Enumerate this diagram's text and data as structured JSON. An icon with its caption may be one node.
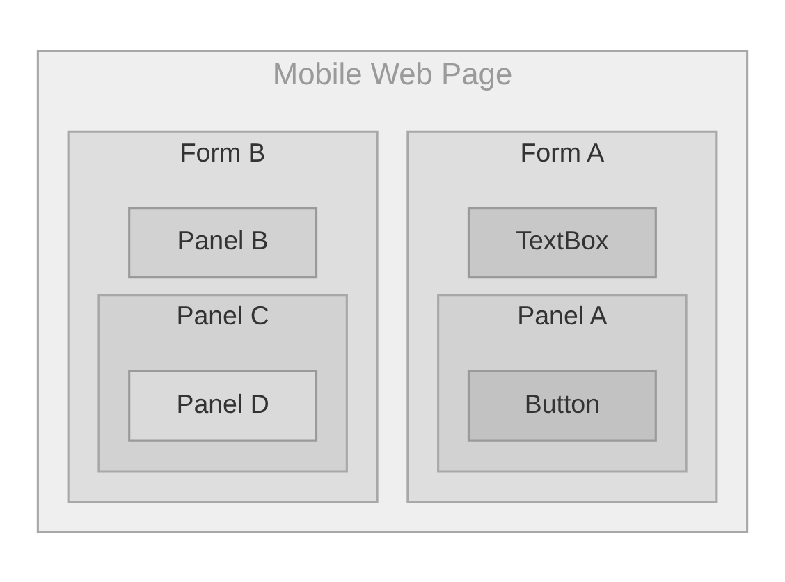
{
  "diagram": {
    "nodes": [
      {
        "text": [
          "Mobile Web Page"
        ]
      },
      {
        "text": [
          "Form A"
        ],
        "in": 0
      },
      {
        "text": [
          "TextBox"
        ],
        "in": 1
      },
      {
        "text": [
          "Panel A"
        ],
        "in": 1
      },
      {
        "text": [
          "Button"
        ],
        "in": 3
      },
      {
        "text": [
          "Form B"
        ],
        "in": 0
      },
      {
        "text": [
          "Panel B"
        ],
        "in": 5
      },
      {
        "text": [
          "Panel C"
        ],
        "in": 5
      },
      {
        "text": [
          "Panel D"
        ],
        "in": 7
      }
    ]
  }
}
